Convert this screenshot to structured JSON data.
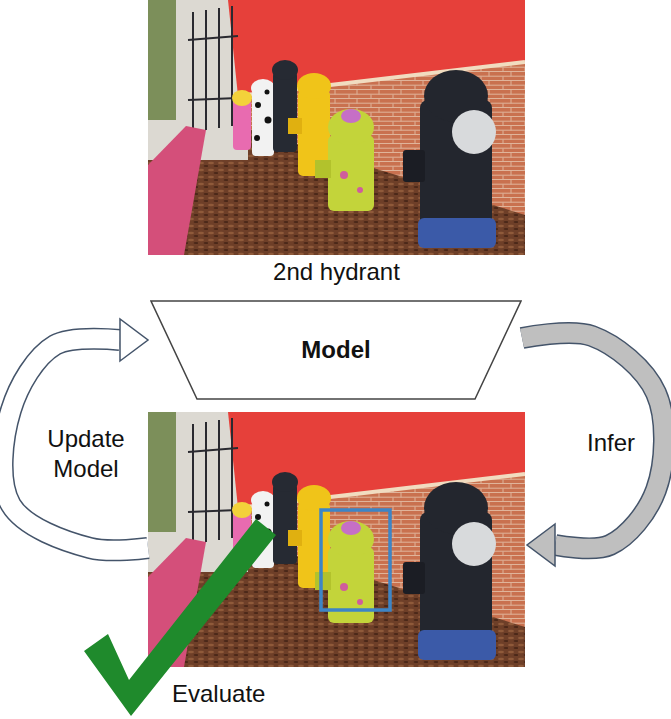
{
  "diagram": {
    "nodes": [
      {
        "text": [
          "2nd hydrant"
        ]
      },
      {
        "text": [
          "Model"
        ]
      },
      {
        "text": [
          "Evaluate"
        ]
      }
    ],
    "edges": [
      {
        "from": 1,
        "to": 2,
        "label": "Infer",
        "arrow": "to"
      },
      {
        "from": 2,
        "to": 1,
        "label": "Update Model",
        "arrow": "to"
      }
    ]
  }
}
